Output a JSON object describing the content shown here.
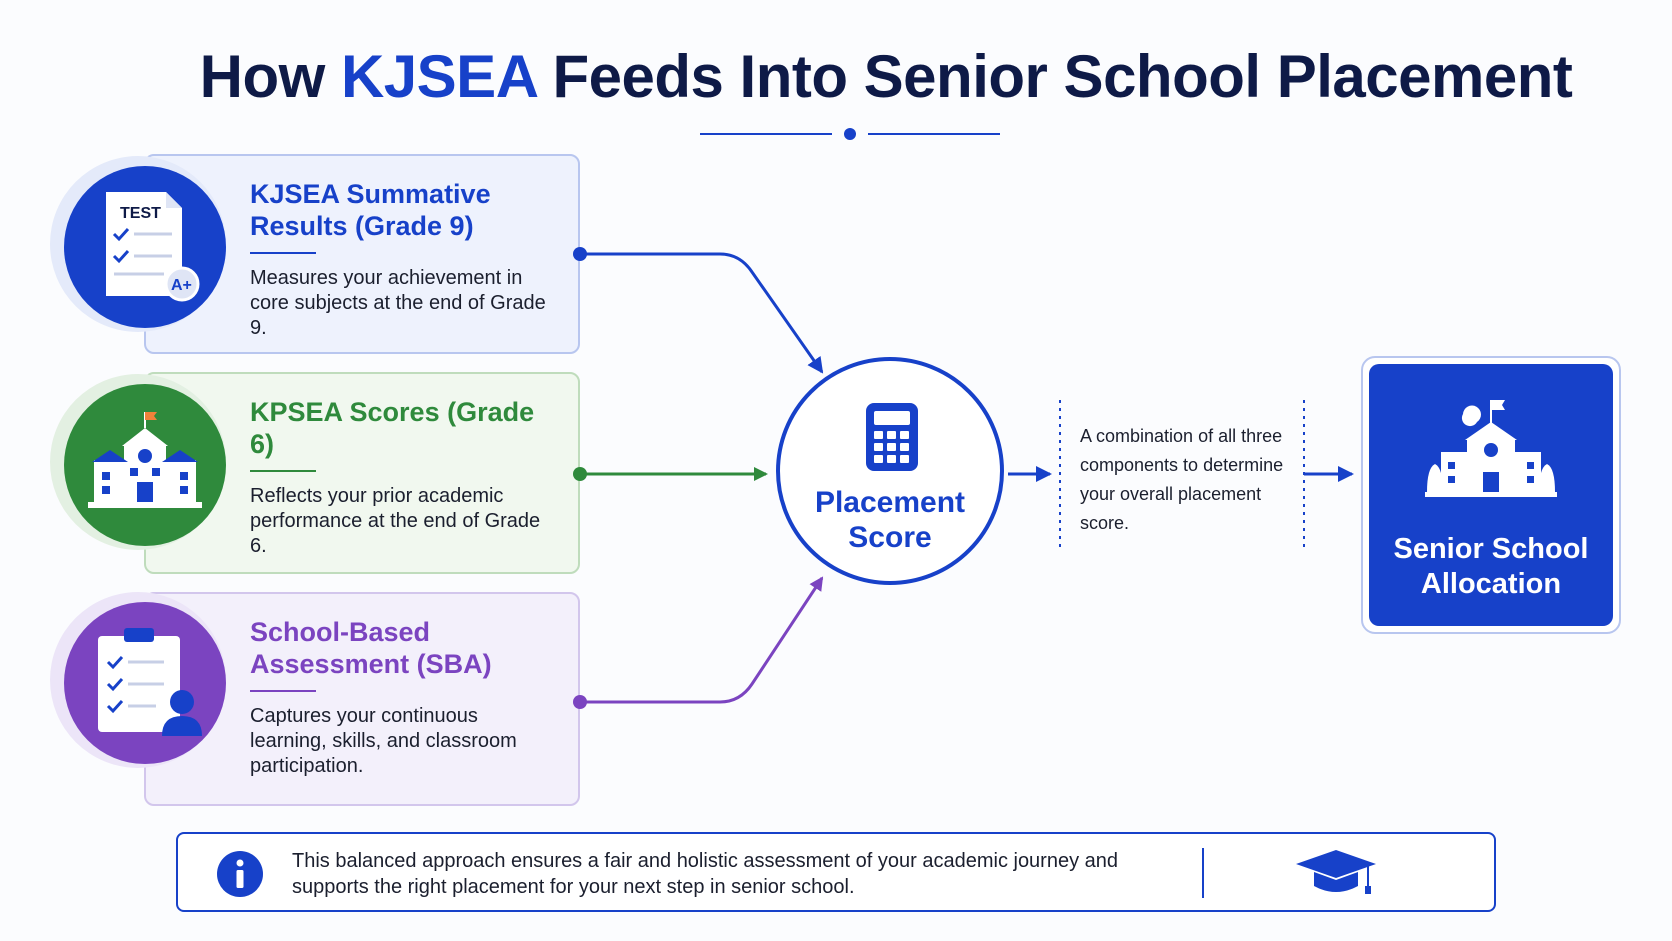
{
  "title": {
    "before": "How ",
    "accent": "KJSEA",
    "after": " Feeds Into Senior School Placement"
  },
  "inputs": [
    {
      "title": "KJSEA Summative Results (Grade 9)",
      "description": "Measures your achievement in core subjects at the end of Grade 9.",
      "icon": "test-paper-icon",
      "icon_text": "TEST",
      "icon_grade": "A+",
      "color": "#1741c9"
    },
    {
      "title": "KPSEA Scores (Grade 6)",
      "description": "Reflects your prior academic performance at the end of Grade 6.",
      "icon": "school-building-icon",
      "color": "#2f8a3c"
    },
    {
      "title": "School-Based Assessment (SBA)",
      "description": "Captures your continuous learning, skills, and classroom participation.",
      "icon": "clipboard-checklist-icon",
      "color": "#7b44c0"
    }
  ],
  "center": {
    "label": "Placement Score",
    "icon": "calculator-icon"
  },
  "explanation": "A combination of all three components to determine your overall placement score.",
  "result": {
    "label": "Senior School Allocation",
    "icon": "school-icon"
  },
  "footer": {
    "text": "This balanced approach ensures a fair and holistic assessment of your academic journey and supports the right placement for your next step in senior school.",
    "info_icon": "info-icon",
    "end_icon": "graduation-cap-icon"
  },
  "colors": {
    "primary": "#1741c9",
    "green": "#2f8a3c",
    "purple": "#7b44c0",
    "navy": "#0e1a47"
  }
}
